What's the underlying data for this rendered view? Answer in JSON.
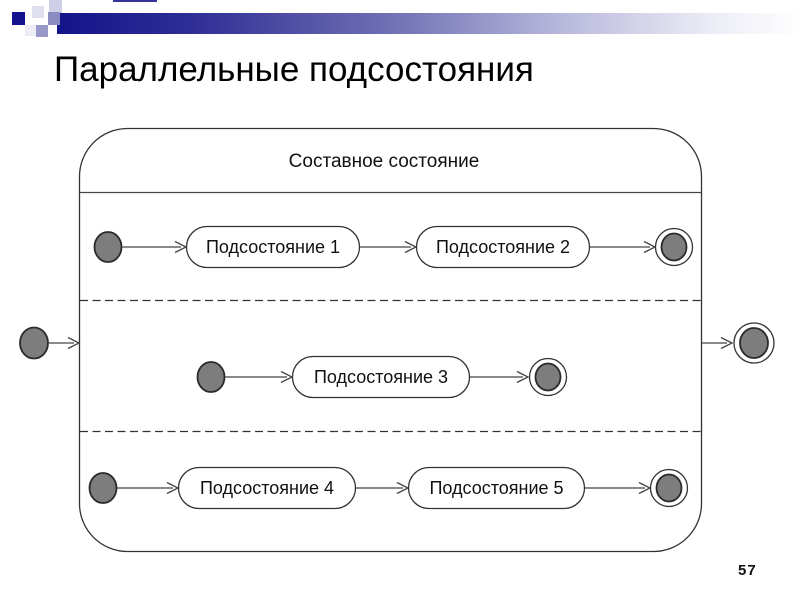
{
  "slide": {
    "title": "Параллельные подсостояния",
    "page_number": "57"
  },
  "diagram": {
    "composite_label": "Составное состояние",
    "regions": [
      {
        "substates": [
          "Подсостояние 1",
          "Подсостояние 2"
        ]
      },
      {
        "substates": [
          "Подсостояние 3"
        ]
      },
      {
        "substates": [
          "Подсостояние 4",
          "Подсостояние 5"
        ]
      }
    ],
    "icons": {
      "initial_state": "filled-gray-circle",
      "final_state": "gray-circle-in-ring"
    }
  },
  "colors": {
    "accent_navy": "#14148c",
    "state_fill": "#ffffff",
    "node_gray": "#7d7d7d",
    "line": "#333333"
  }
}
